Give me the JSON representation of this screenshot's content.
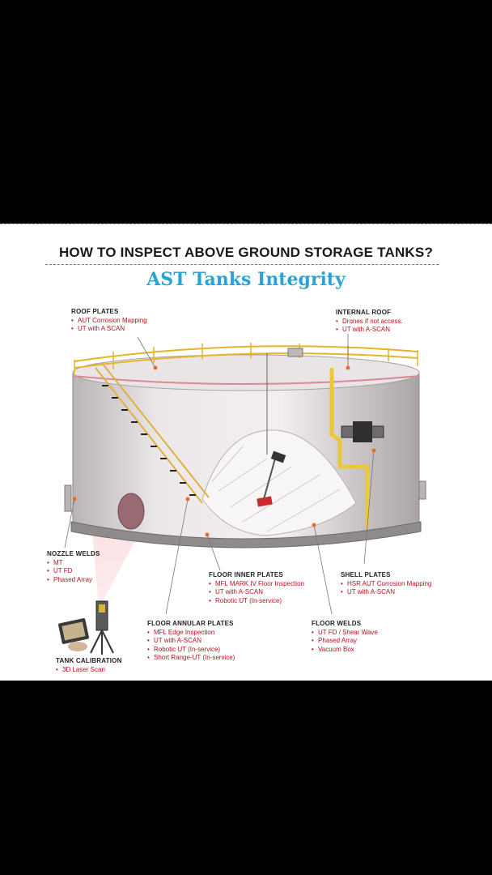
{
  "heading": "HOW TO INSPECT ABOVE GROUND STORAGE TANKS?",
  "subheading": "AST Tanks Integrity",
  "colors": {
    "accent_blue": "#29a3d3",
    "bullet_red": "#b5121b",
    "railing_yellow": "#e6b42a"
  },
  "labels": {
    "roof_plates": {
      "title": "ROOF PLATES",
      "items": [
        "AUT Corrosion Mapping",
        "UT with A SCAN"
      ]
    },
    "internal_roof": {
      "title": "INTERNAL ROOF",
      "items": [
        "Drones if not access.",
        "UT with A-SCAN"
      ]
    },
    "nozzle_welds": {
      "title": "NOZZLE WELDS",
      "items": [
        "MT",
        "UT FD",
        "Phased Array"
      ]
    },
    "floor_inner_plates": {
      "title": "FLOOR INNER PLATES",
      "items": [
        "MFL MARK IV Floor Inspection",
        "UT with A-SCAN",
        "Robotic UT (In-service)"
      ]
    },
    "shell_plates": {
      "title": "SHELL PLATES",
      "items": [
        "HSR AUT Corrosion Mapping",
        "UT with A-SCAN"
      ]
    },
    "floor_annular_plates": {
      "title": "FLOOR ANNULAR PLATES",
      "items": [
        "MFL Edge Inspection",
        "UT with A-SCAN",
        "Robotic UT (In-service)",
        "Short Range-UT (In-service)"
      ]
    },
    "floor_welds": {
      "title": "FLOOR WELDS",
      "items": [
        "UT FD / Shear Wave",
        "Phased Array",
        "Vacuum Box"
      ]
    },
    "tank_calibration": {
      "title": "TANK CALIBRATION",
      "items": [
        "3D Laser Scan"
      ]
    }
  }
}
